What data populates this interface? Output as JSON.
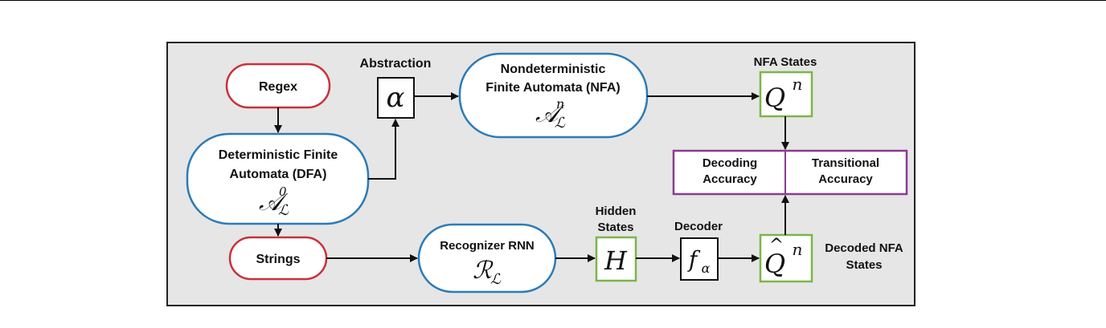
{
  "nodes": {
    "regex": "Regex",
    "dfa_line1": "Deterministic Finite",
    "dfa_line2": "Automata (DFA)",
    "dfa_symbol": "𝒜",
    "dfa_sub": "ℒ",
    "dfa_sup": "0",
    "strings": "Strings",
    "abstraction_label": "Abstraction",
    "alpha_symbol": "α",
    "nfa_line1": "Nondeterministic",
    "nfa_line2": "Finite Automata (NFA)",
    "nfa_symbol": "𝒜",
    "nfa_sub": "ℒ",
    "nfa_sup": "n",
    "nfa_states_label": "NFA States",
    "q_symbol": "Q",
    "q_sup": "n",
    "decoding_line1": "Decoding",
    "decoding_line2": "Accuracy",
    "transitional_line1": "Transitional",
    "transitional_line2": "Accuracy",
    "rnn_label": "Recognizer RNN",
    "rnn_symbol": "ℛ",
    "rnn_sub": "ℒ",
    "hidden_line1": "Hidden",
    "hidden_line2": "States",
    "h_symbol": "H",
    "decoder_label": "Decoder",
    "f_symbol": "f",
    "f_sub": "α",
    "qhat_symbol": "Q",
    "qhat_hat": "^",
    "qhat_sup": "n",
    "decoded_line1": "Decoded NFA",
    "decoded_line2": "States"
  },
  "colors": {
    "red": "#c8323c",
    "blue": "#2b7bb9",
    "green": "#7ab648",
    "purple": "#8a3b93",
    "panel": "#e6e6e6"
  }
}
